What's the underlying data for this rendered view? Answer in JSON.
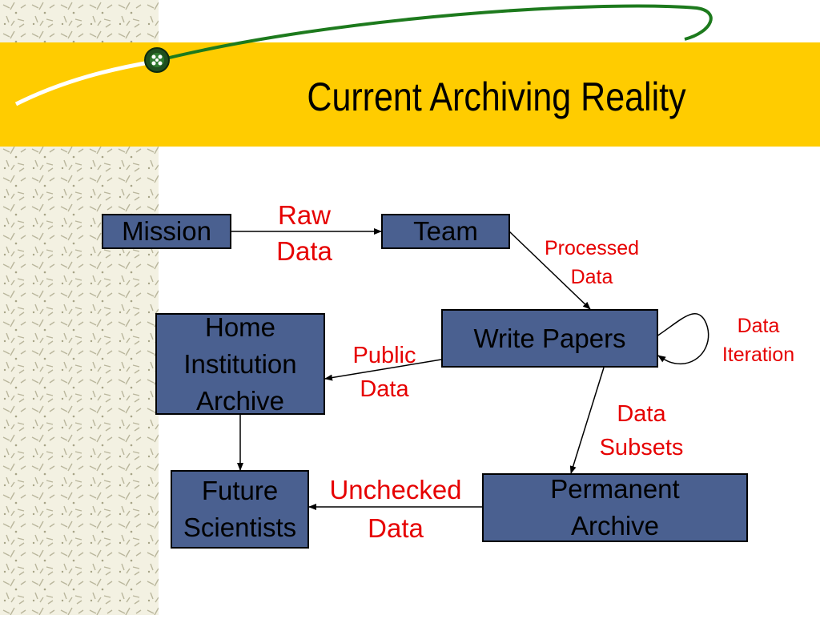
{
  "slide": {
    "title": "Current Archiving Reality"
  },
  "nodes": {
    "mission": "Mission",
    "team": "Team",
    "write_papers": "Write Papers",
    "home_archive_line1": "Home",
    "home_archive_line2": "Institution",
    "home_archive_line3": "Archive",
    "future_line1": "Future",
    "future_line2": "Scientists",
    "permanent_line1": "Permanent",
    "permanent_line2": "Archive"
  },
  "edges": {
    "raw_line1": "Raw",
    "raw_line2": "Data",
    "processed_line1": "Processed",
    "processed_line2": "Data",
    "iteration_line1": "Data",
    "iteration_line2": "Iteration",
    "public_line1": "Public",
    "public_line2": "Data",
    "subsets_line1": "Data",
    "subsets_line2": "Subsets",
    "unchecked_line1": "Unchecked",
    "unchecked_line2": "Data"
  },
  "colors": {
    "header_band": "#ffcc00",
    "box_fill": "#4a6090",
    "label_red": "#e60000",
    "swoosh_green": "#1d7a1d",
    "side_pattern": "#f3f1e2"
  },
  "icons": {
    "bullet": "green-orb-icon"
  }
}
